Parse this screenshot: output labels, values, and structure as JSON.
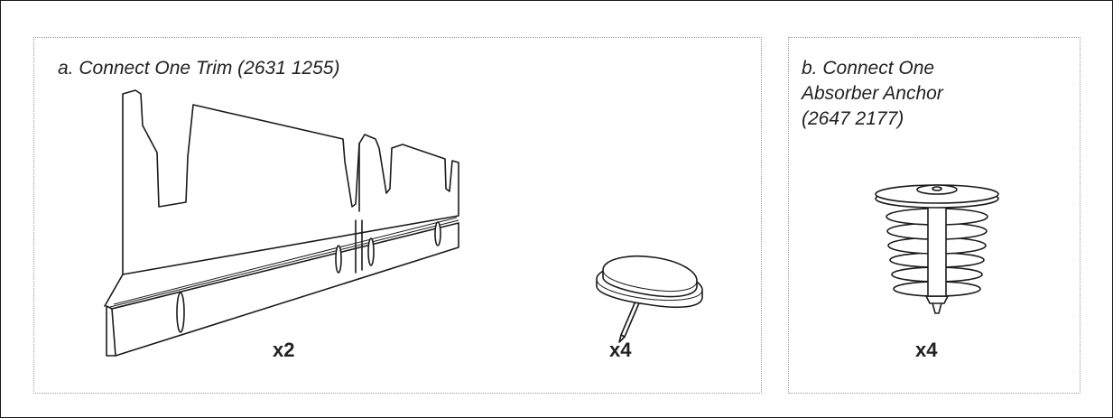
{
  "panels": {
    "a": {
      "title": "a. Connect One Trim (2631 1255)",
      "items": [
        {
          "part": "trim",
          "quantity": "x2"
        },
        {
          "part": "furniture-glide-pin",
          "quantity": "x4"
        }
      ]
    },
    "b": {
      "title": "b. Connect One\nAbsorber Anchor\n(2647 2177)",
      "items": [
        {
          "part": "absorber-anchor",
          "quantity": "x4"
        }
      ]
    }
  }
}
